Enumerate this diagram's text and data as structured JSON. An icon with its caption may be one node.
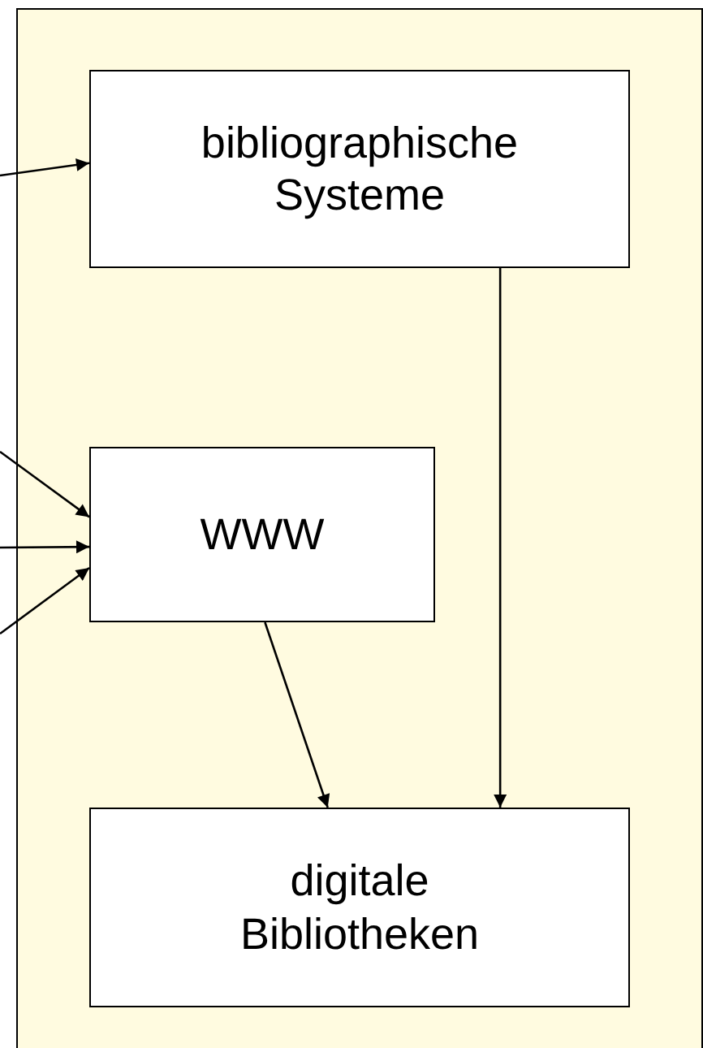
{
  "diagram": {
    "nodes": [
      {
        "text": [
          "bibliographische Systeme"
        ]
      },
      {
        "text": [
          "WWW"
        ]
      },
      {
        "text": [
          "digitale Bibliotheken"
        ]
      }
    ],
    "edges": [
      {
        "from": null,
        "to": 0,
        "arrow": "to"
      },
      {
        "from": null,
        "to": 1,
        "arrow": "to"
      },
      {
        "from": null,
        "to": 1,
        "arrow": "to"
      },
      {
        "from": null,
        "to": 1,
        "arrow": "to"
      },
      {
        "from": 1,
        "to": 2,
        "arrow": "to"
      },
      {
        "from": 0,
        "to": 2,
        "arrow": "to"
      }
    ]
  }
}
